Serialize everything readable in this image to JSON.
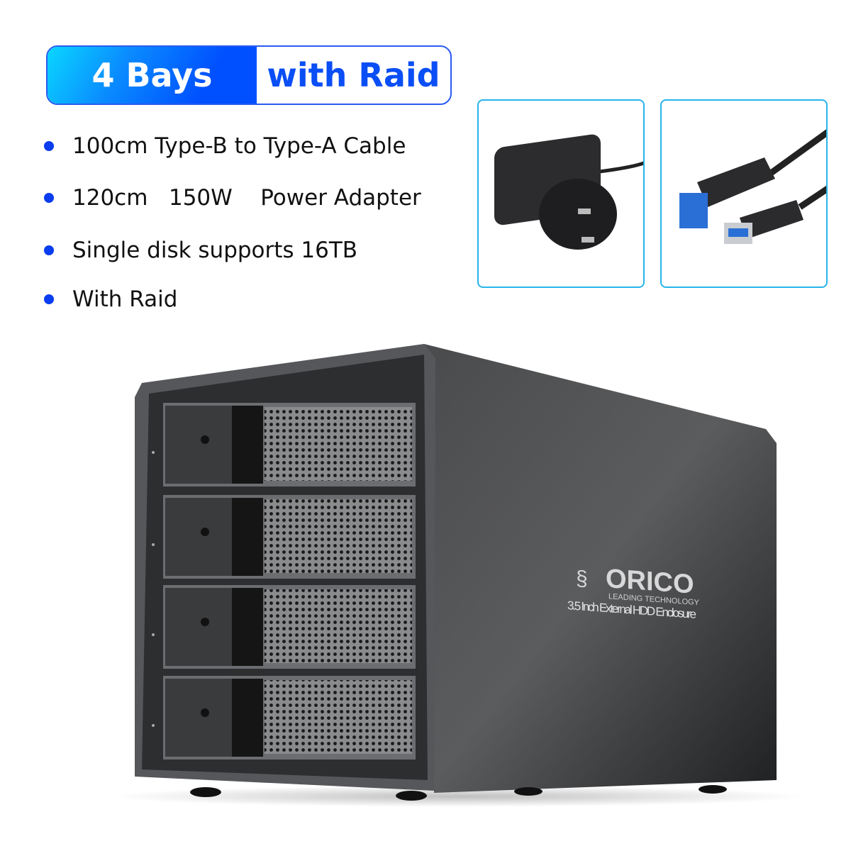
{
  "badge": {
    "left_label": "4 Bays",
    "right_label": "with Raid"
  },
  "features": [
    "100cm Type-B to Type-A Cable",
    "120cm   150W    Power Adapter",
    "Single disk supports 16TB",
    "With Raid"
  ],
  "accessories": [
    {
      "name": "power-adapter-icon"
    },
    {
      "name": "usb-cable-icon"
    }
  ],
  "product": {
    "brand": "ORICO",
    "tagline": "LEADING TECHNOLOGY",
    "description": "3.5 Inch External HDD Enclosure",
    "bays": 4
  },
  "colors": {
    "accent": "#0a4ef5",
    "border": "#27b4ec",
    "body": "#3a3b3d"
  }
}
